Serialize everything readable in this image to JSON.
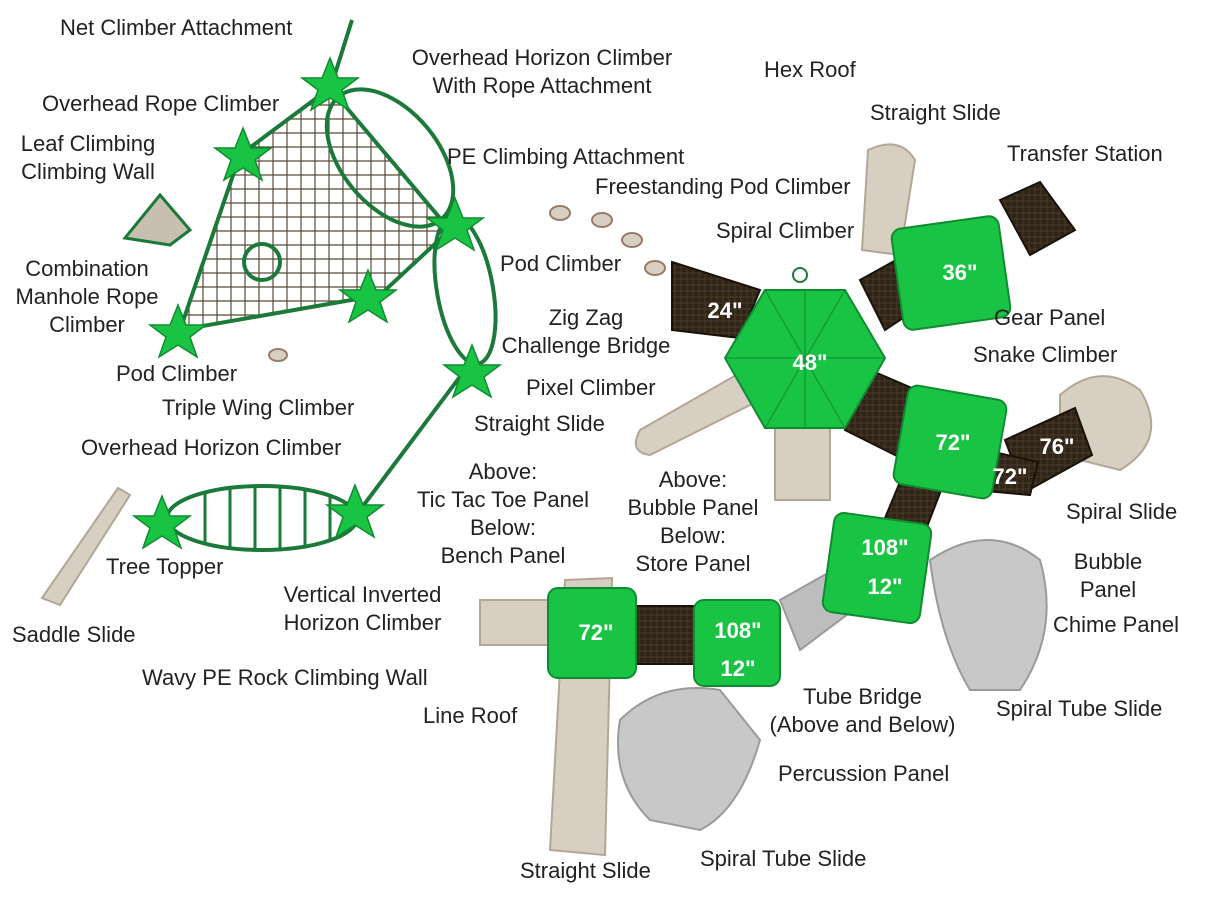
{
  "colors": {
    "green": "#19c445",
    "dark_green": "#1b7a3a",
    "tan": "#d8cfc3",
    "dark_brown": "#2e2418",
    "gray": "#b9b9b9",
    "label_text": "#222222",
    "deck_text": "#ffffff"
  },
  "labels": {
    "net_climber": "Net Climber Attachment",
    "overhead_horizon_rope_1": "Overhead Horizon Climber",
    "overhead_horizon_rope_2": "With Rope Attachment",
    "hex_roof": "Hex Roof",
    "overhead_rope_climber": "Overhead Rope Climber",
    "straight_slide_top": "Straight Slide",
    "leaf_wall_1": "Leaf Climbing",
    "leaf_wall_2": "Climbing Wall",
    "pe_climbing": "PE Climbing Attachment",
    "transfer_station": "Transfer Station",
    "freestanding_pod": "Freestanding Pod Climber",
    "spiral_climber": "Spiral Climber",
    "combo_manhole_1": "Combination",
    "combo_manhole_2": "Manhole Rope",
    "combo_manhole_3": "Climber",
    "pod_climber_mid": "Pod Climber",
    "zig_zag_1": "Zig Zag",
    "zig_zag_2": "Challenge Bridge",
    "gear_panel": "Gear Panel",
    "pod_climber_left": "Pod Climber",
    "snake_climber": "Snake Climber",
    "pixel_climber": "Pixel Climber",
    "triple_wing": "Triple Wing Climber",
    "straight_slide_mid": "Straight Slide",
    "overhead_horizon": "Overhead Horizon Climber",
    "above_ttt": "Above:",
    "tic_tac_toe": "Tic Tac Toe Panel",
    "below_bench": "Below:",
    "bench_panel": "Bench Panel",
    "above_bubble": "Above:",
    "bubble_panel_a": "Bubble Panel",
    "below_store": "Below:",
    "store_panel": "Store Panel",
    "spiral_slide": "Spiral Slide",
    "bubble_panel_b_1": "Bubble",
    "bubble_panel_b_2": "Panel",
    "tree_topper": "Tree Topper",
    "chime_panel": "Chime Panel",
    "saddle_slide": "Saddle Slide",
    "vertical_inverted_1": "Vertical Inverted",
    "vertical_inverted_2": "Horizon Climber",
    "wavy_wall": "Wavy PE Rock Climbing Wall",
    "tube_bridge_1": "Tube Bridge",
    "tube_bridge_2": "(Above and Below)",
    "spiral_tube_right": "Spiral Tube Slide",
    "line_roof": "Line Roof",
    "percussion_panel": "Percussion Panel",
    "straight_slide_bottom": "Straight Slide",
    "spiral_tube_bottom": "Spiral Tube Slide"
  },
  "decks": {
    "d24": "24\"",
    "d36": "36\"",
    "d48": "48\"",
    "d72a": "72\"",
    "d76": "76\"",
    "d72b": "72\"",
    "d108a": "108\"",
    "d12a": "12\"",
    "d72c": "72\"",
    "d108b": "108\"",
    "d12b": "12\""
  }
}
